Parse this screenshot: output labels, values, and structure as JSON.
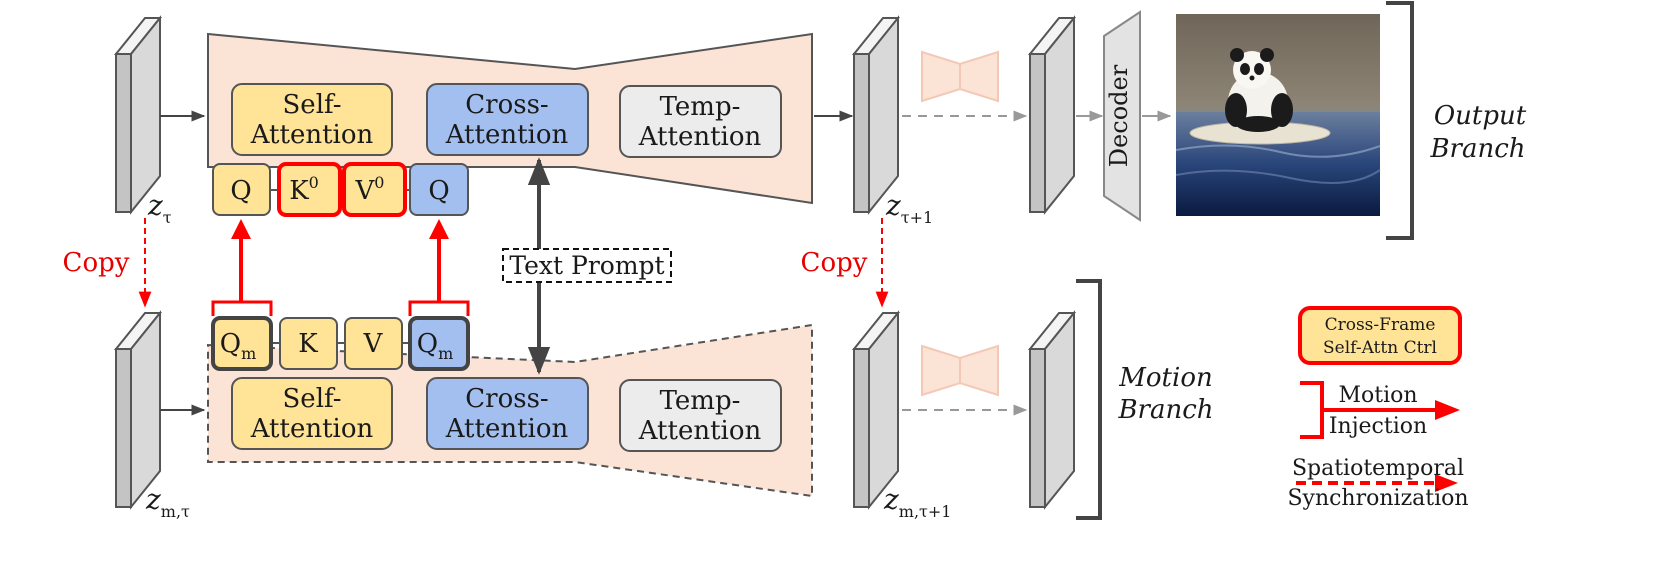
{
  "colors": {
    "unet_fill": "#fbe3d6",
    "self_attn_fill": "#ffe396",
    "cross_attn_fill": "#a3bff0",
    "temp_attn_fill": "#ececec",
    "latent_front": "#c4c4c4",
    "accent_red": "#ff0000",
    "arrow_dark": "#444444",
    "arrow_gray": "#999999"
  },
  "output_branch": {
    "latent_in": {
      "main": "z",
      "sub": "τ"
    },
    "latent_out": {
      "main": "z",
      "sub": "τ+1"
    },
    "blocks": {
      "self": [
        "Self-",
        "Attention"
      ],
      "cross": [
        "Cross-",
        "Attention"
      ],
      "temp": [
        "Temp-",
        "Attention"
      ]
    },
    "qkv": {
      "q": "Q",
      "k": "K",
      "k_sup": "0",
      "v": "V",
      "v_sup": "0",
      "q2": "Q"
    },
    "decoder": "Decoder",
    "label": [
      "Output",
      "Branch"
    ]
  },
  "motion_branch": {
    "latent_in": {
      "main": "z",
      "sub": "m,τ"
    },
    "latent_out": {
      "main": "z",
      "sub": "m,τ+1"
    },
    "blocks": {
      "self": [
        "Self-",
        "Attention"
      ],
      "cross": [
        "Cross-",
        "Attention"
      ],
      "temp": [
        "Temp-",
        "Attention"
      ]
    },
    "qkv": {
      "qm": "Q",
      "qm_sub": "m",
      "k": "K",
      "v": "V",
      "qm2": "Q",
      "qm2_sub": "m"
    },
    "label": [
      "Motion",
      "Branch"
    ]
  },
  "copy_left": "Copy",
  "copy_right": "Copy",
  "text_prompt": "Text Prompt",
  "image_content": "panda-on-surfboard",
  "legend": {
    "cross_frame": [
      "Cross-Frame",
      "Self-Attn Ctrl"
    ],
    "motion_injection": [
      "Motion",
      "Injection"
    ],
    "sync": [
      "Spatiotemporal",
      "Synchronization"
    ]
  }
}
